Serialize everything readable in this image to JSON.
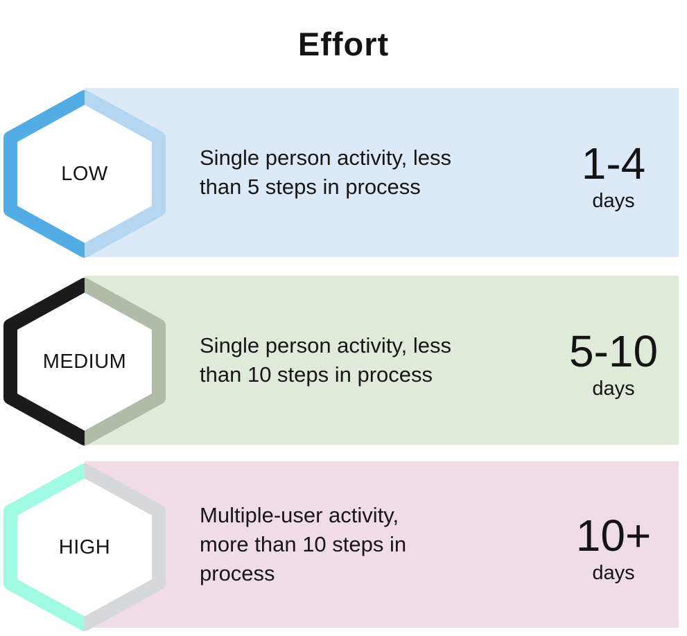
{
  "title": "Effort",
  "rows": [
    {
      "level": "LOW",
      "description": "Single person activity, less\nthan 5 steps in process",
      "duration": "1-4",
      "unit": "days",
      "hex_dark_color": "#54ACE4",
      "hex_light_color": "#B5D6F0",
      "band_color": "#DCE9F7"
    },
    {
      "level": "MEDIUM",
      "description": "Single person activity, less\nthan 10 steps in process",
      "duration": "5-10",
      "unit": "days",
      "hex_dark_color": "#1B1B1B",
      "hex_light_color": "#AEBCA8",
      "band_color": "#DFEBD9"
    },
    {
      "level": "HIGH",
      "description": "Multiple-user activity,\nmore than 10 steps in\nprocess",
      "duration": "10+",
      "unit": "days",
      "hex_dark_color": "#A0FAE1",
      "hex_light_color": "#D7D8DA",
      "band_color": "#F0DCE6"
    }
  ]
}
